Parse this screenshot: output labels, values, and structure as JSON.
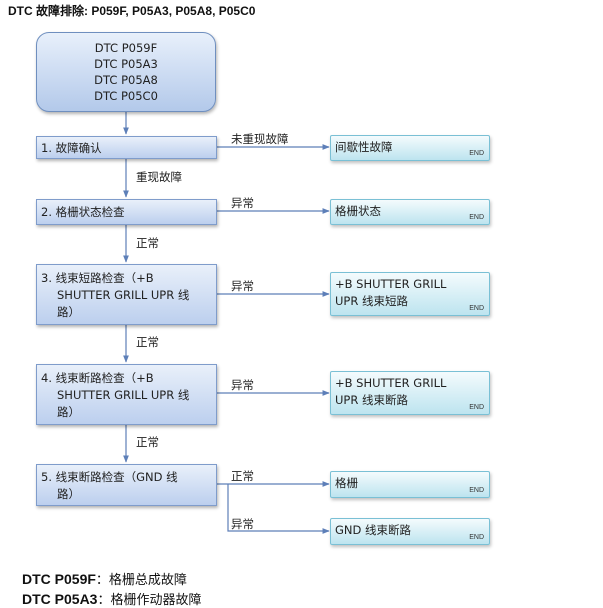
{
  "title": "DTC 故障排除: P059F, P05A3, P05A8, P05C0",
  "start": {
    "lines": [
      "DTC P059F",
      "DTC P05A3",
      "DTC P05A8",
      "DTC P05C0"
    ]
  },
  "steps": [
    {
      "lines": [
        "1.  故障确认"
      ]
    },
    {
      "lines": [
        "2.  格栅状态检查"
      ]
    },
    {
      "lines": [
        "3.  线束短路检查（+B",
        "SHUTTER GRILL UPR 线",
        "路）"
      ]
    },
    {
      "lines": [
        "4.  线束断路检查（+B",
        "SHUTTER GRILL UPR 线",
        "路）"
      ]
    },
    {
      "lines": [
        "5.  线束断路检查（GND 线",
        "路）"
      ]
    }
  ],
  "results": [
    {
      "lines": [
        "间歇性故障"
      ]
    },
    {
      "lines": [
        "格栅状态"
      ]
    },
    {
      "lines": [
        "+B SHUTTER GRILL",
        "UPR 线束短路"
      ]
    },
    {
      "lines": [
        "+B SHUTTER GRILL",
        "UPR 线束断路"
      ]
    },
    {
      "lines": [
        "格栅"
      ]
    },
    {
      "lines": [
        "GND 线束断路"
      ]
    }
  ],
  "end_label": "END",
  "edge_labels": {
    "step1_branch": "未重现故障",
    "step1_down": "重现故障",
    "step2_branch": "异常",
    "step2_down": "正常",
    "step3_branch": "异常",
    "step3_down": "正常",
    "step4_branch": "异常",
    "step4_down": "正常",
    "step5_normal": "正常",
    "step5_abnormal": "异常"
  },
  "legend": [
    {
      "code": "DTC P059F",
      "desc": "：格栅总成故障"
    },
    {
      "code": "DTC P05A3",
      "desc": "：格栅作动器故障"
    }
  ],
  "colors": {
    "connector": "#5d7fb8",
    "step_border": "#7f9ccb",
    "result_border": "#7ac0d5"
  }
}
